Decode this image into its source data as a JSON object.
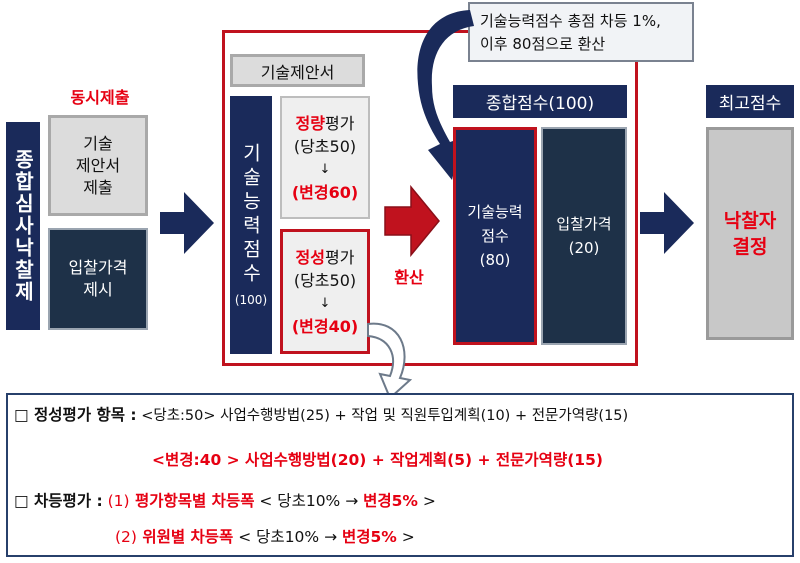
{
  "left_label": "종합심사낙찰제",
  "simultaneous": {
    "title": "동시제출",
    "tech_proposal": "기술\n제안서\n제출",
    "bid_price": "입찰가격\n제시"
  },
  "proposal_box": {
    "header": "기술제안서",
    "tech_score_label": "기술능력점수",
    "tech_score_sub": "(100)",
    "quant": {
      "title_red": "정량",
      "title_rest": "평가",
      "before": "(당초50)",
      "arrow": "↓",
      "after": "(변경60)"
    },
    "qual": {
      "title_red": "정성",
      "title_rest": "평가",
      "before": "(당초50)",
      "arrow": "↓",
      "after": "(변경40)"
    }
  },
  "convert_label": "환산",
  "callout": {
    "line1": "기술능력점수 총점 차등 1%,",
    "line2": "이후 80점으로 환산"
  },
  "total": {
    "header": "종합점수(100)",
    "tech": "기술능력\n점수\n(80)",
    "price": "입찰가격\n(20)"
  },
  "highest": {
    "header": "최고점수",
    "winner": "낙찰자\n결정"
  },
  "note": {
    "items_label": "□ 정성평가 항목 :",
    "items_before": " <당초:50>  사업수행방법(25) + 작업 및 직원투입계획(10) + 전문가역량(15)",
    "items_after": "<변경:40 >  사업수행방법(20) + 작업계획(5) + 전문가역량(15)",
    "diff_label": "□ 차등평가 :",
    "diff1_num": "(1)",
    "diff1_red": " 평가항목별 차등폭",
    "diff1_mid": " < 당초10% → ",
    "diff1_after": "변경5%",
    "diff1_end": " >",
    "diff2_num": "(2)",
    "diff2_red": " 위원별 차등폭",
    "diff2_mid": " < 당초10% → ",
    "diff2_after": "변경5%",
    "diff2_end": " >"
  },
  "colors": {
    "navy": "#1a2a5a",
    "red": "#e60012",
    "grey": "#dcdcdc"
  }
}
